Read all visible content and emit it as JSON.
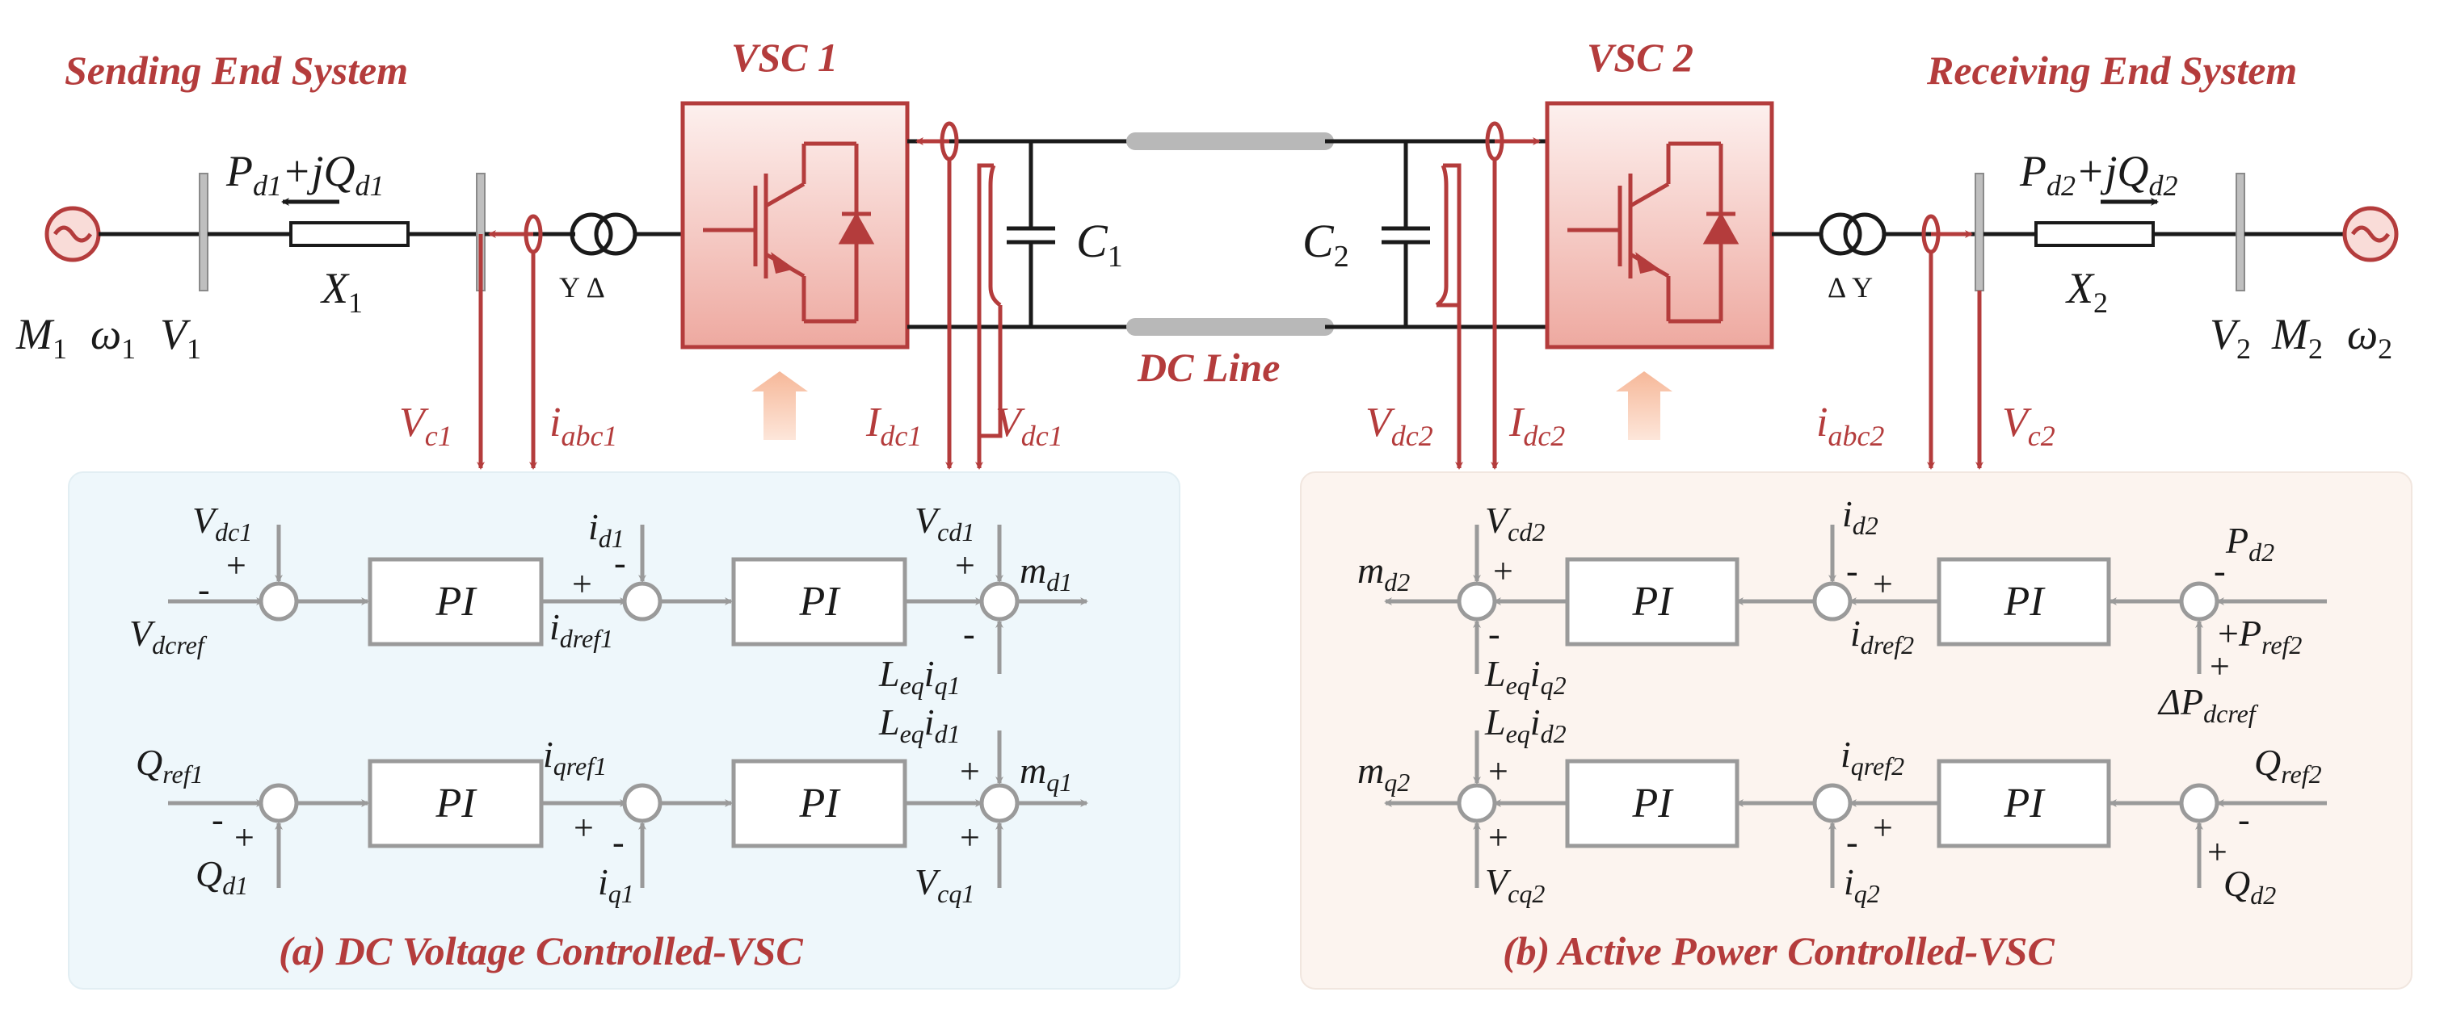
{
  "titles": {
    "sending": "Sending End System",
    "receiving": "Receiving End System",
    "vsc1": "VSC 1",
    "vsc2": "VSC 2",
    "dc_line": "DC Line"
  },
  "panels": {
    "a_caption": "(a) DC Voltage Controlled-VSC",
    "b_caption": "(b) Active Power Controlled-VSC",
    "pi_label": "PI"
  },
  "power_circuit": {
    "left": {
      "machine": "M",
      "machine_sub": "1",
      "omega": "ω",
      "omega_sub": "1",
      "voltage": "V",
      "voltage_sub": "1",
      "reactance": "X",
      "reactance_sub": "1",
      "flow_p": "P",
      "flow_p_sub": "d1",
      "flow_plus": "+j",
      "flow_q": "Q",
      "flow_q_sub": "d1",
      "transformer": "Y Δ",
      "cap": "C",
      "cap_sub": "1"
    },
    "right": {
      "machine": "M",
      "machine_sub": "2",
      "omega": "ω",
      "omega_sub": "2",
      "voltage": "V",
      "voltage_sub": "2",
      "reactance": "X",
      "reactance_sub": "2",
      "flow_p": "P",
      "flow_p_sub": "d2",
      "flow_plus": "+j",
      "flow_q": "Q",
      "flow_q_sub": "d2",
      "transformer": "Δ Y",
      "cap": "C",
      "cap_sub": "2"
    }
  },
  "measurements": {
    "vc1": {
      "main": "V",
      "sub": "c1"
    },
    "iabc1": {
      "main": "i",
      "sub": "abc1"
    },
    "idc1": {
      "main": "I",
      "sub": "dc1"
    },
    "vdc1": {
      "main": "V",
      "sub": "dc1"
    },
    "vdc2": {
      "main": "V",
      "sub": "dc2"
    },
    "idc2": {
      "main": "I",
      "sub": "dc2"
    },
    "iabc2": {
      "main": "i",
      "sub": "abc2"
    },
    "vc2": {
      "main": "V",
      "sub": "c2"
    }
  },
  "panel_a": {
    "vdc1": {
      "main": "V",
      "sub": "dc1"
    },
    "vdcref": {
      "main": "V",
      "sub": "dcref"
    },
    "id1": {
      "main": "i",
      "sub": "d1"
    },
    "idref1": {
      "main": "i",
      "sub": "dref1"
    },
    "vcd1": {
      "main": "V",
      "sub": "cd1"
    },
    "md1": {
      "main": "m",
      "sub": "d1"
    },
    "leq_iq1": {
      "main": "L",
      "sub": "eq",
      "main2": "i",
      "sub2": "q1"
    },
    "qref1": {
      "main": "Q",
      "sub": "ref1"
    },
    "qd1": {
      "main": "Q",
      "sub": "d1"
    },
    "iqref1": {
      "main": "i",
      "sub": "qref1"
    },
    "iq1": {
      "main": "i",
      "sub": "q1"
    },
    "leq_id1": {
      "main": "L",
      "sub": "eq",
      "main2": "i",
      "sub2": "d1"
    },
    "mq1": {
      "main": "m",
      "sub": "q1"
    },
    "vcq1": {
      "main": "V",
      "sub": "cq1"
    }
  },
  "panel_b": {
    "md2": {
      "main": "m",
      "sub": "d2"
    },
    "vcd2": {
      "main": "V",
      "sub": "cd2"
    },
    "leq_iq2": {
      "main": "L",
      "sub": "eq",
      "main2": "i",
      "sub2": "q2"
    },
    "id2": {
      "main": "i",
      "sub": "d2"
    },
    "idref2": {
      "main": "i",
      "sub": "dref2"
    },
    "pd2": {
      "main": "P",
      "sub": "d2"
    },
    "pref2": {
      "main": "P",
      "sub": "ref2"
    },
    "dpdcref": {
      "main": "ΔP",
      "sub": "dcref"
    },
    "mq2": {
      "main": "m",
      "sub": "q2"
    },
    "leq_id2": {
      "main": "L",
      "sub": "eq",
      "main2": "i",
      "sub2": "d2"
    },
    "vcq2": {
      "main": "V",
      "sub": "cq2"
    },
    "iqref2": {
      "main": "i",
      "sub": "qref2"
    },
    "iq2": {
      "main": "i",
      "sub": "q2"
    },
    "qref2": {
      "main": "Q",
      "sub": "ref2"
    },
    "qd2": {
      "main": "Q",
      "sub": "d2"
    }
  },
  "signs": {
    "plus": "+",
    "minus": "-"
  }
}
